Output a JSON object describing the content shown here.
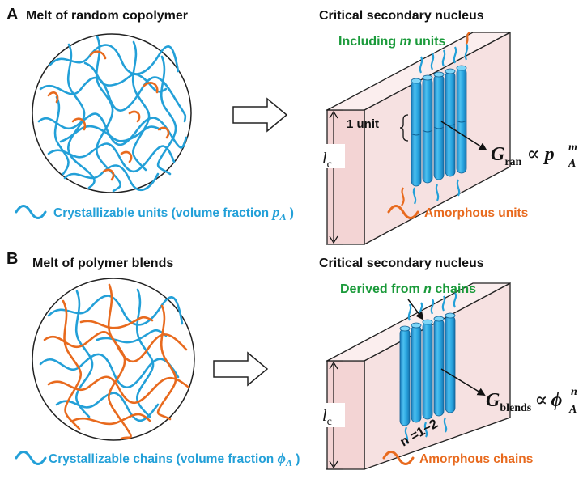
{
  "panel_a": {
    "letter": "A",
    "left_title": "Melt of random copolymer",
    "right_title": "Critical secondary nucleus",
    "nucleus_label_pre": "Including ",
    "nucleus_label_var": "m",
    "nucleus_label_post": " units",
    "unit_label": "1 unit",
    "thickness_var": "l",
    "thickness_sub": "c",
    "growth_var": "G",
    "growth_sub": "ran",
    "proportional": "∝",
    "rhs_var": "p",
    "rhs_sub": "A",
    "rhs_sup": "m",
    "legend_cryst_pre": "Crystallizable units (volume fraction ",
    "legend_cryst_var": "p",
    "legend_cryst_sub": "A",
    "legend_cryst_post": " )",
    "legend_amorph": "Amorphous units"
  },
  "panel_b": {
    "letter": "B",
    "left_title": "Melt of polymer blends",
    "right_title": "Critical secondary nucleus",
    "nucleus_label_pre": "Derived from ",
    "nucleus_label_var": "n",
    "nucleus_label_post": " chains",
    "thickness_var": "l",
    "thickness_sub": "c",
    "growth_var": "G",
    "growth_sub": "blends",
    "proportional": "∝",
    "rhs_var": "ϕ",
    "rhs_sub": "A",
    "rhs_sup": "n",
    "n_range": "n =1~2",
    "legend_cryst_pre": "Crystallizable chains (volume fraction ",
    "legend_cryst_var": "ϕ",
    "legend_cryst_sub": "A",
    "legend_cryst_post": " )",
    "legend_amorph": "Amorphous chains"
  },
  "colors": {
    "crystallizable": "#23a0d8",
    "amorphous": "#e86a1e",
    "label_green": "#1a9a3a",
    "slab_face": "#f6e1e1",
    "stem_blue": "#2aa6e0"
  },
  "icons": {
    "process_arrow": "right-hollow-arrow",
    "legend_wave": "wave-squiggle"
  }
}
